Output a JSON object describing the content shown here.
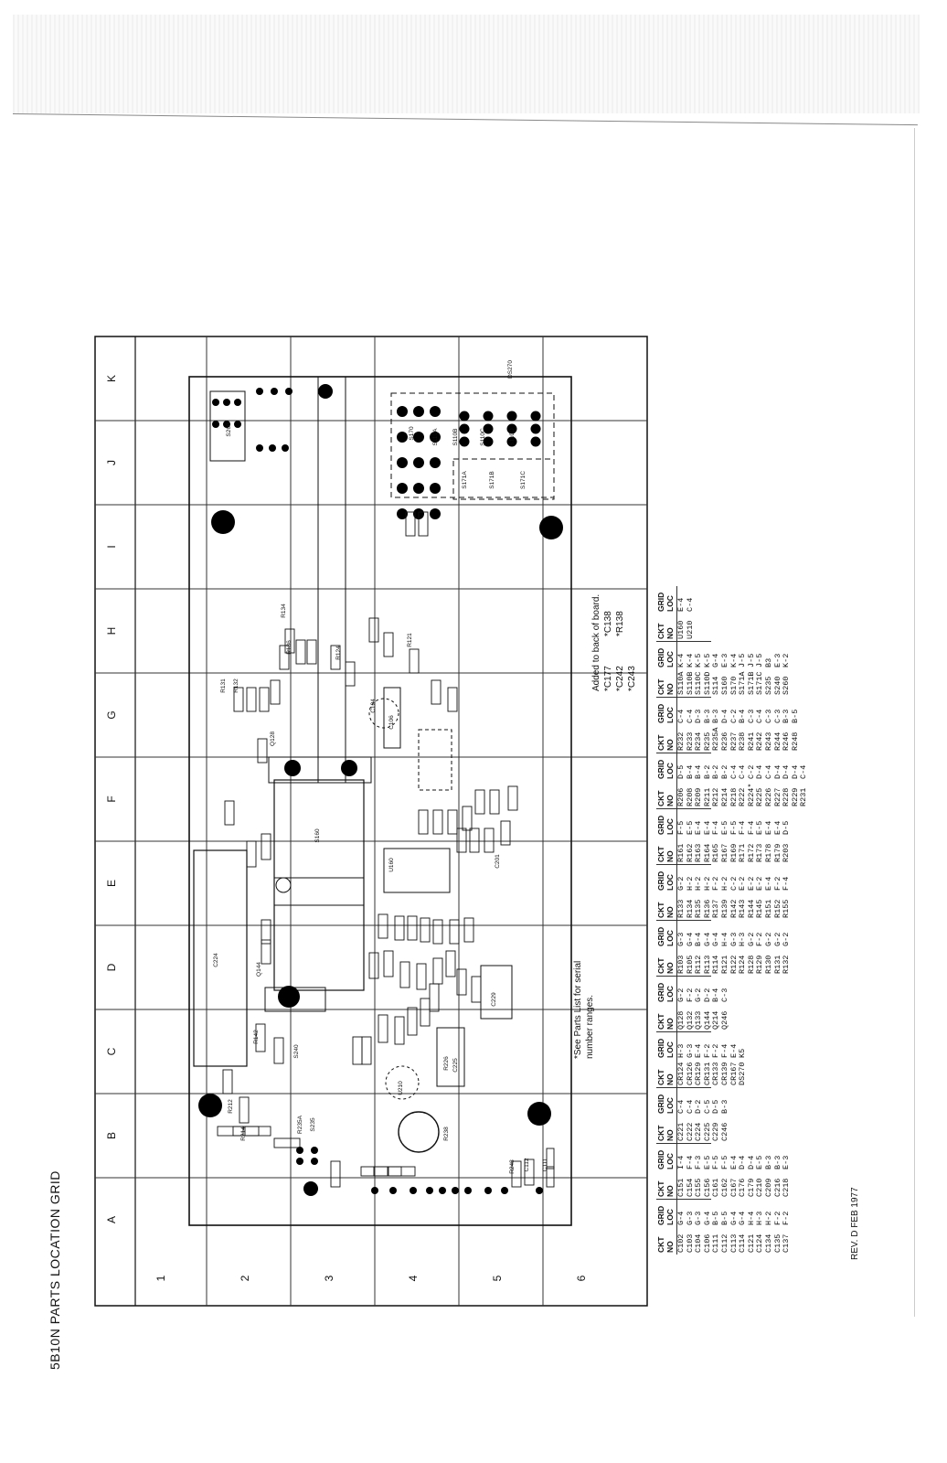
{
  "title": "5B10N PARTS LOCATION GRID",
  "revision": "REV. D FEB 1977",
  "notes": {
    "parts_list": "*See Parts List for serial number ranges.",
    "added": "Added to back of board.",
    "added_items": [
      "*C177",
      "*C242",
      "*C243",
      "*C138",
      "*R138"
    ]
  },
  "grid": {
    "letters": [
      "A",
      "B",
      "C",
      "D",
      "E",
      "F",
      "G",
      "H",
      "I",
      "J",
      "K"
    ],
    "numbers": [
      "1",
      "2",
      "3",
      "4",
      "5",
      "6"
    ]
  },
  "board_labels": [
    "C224",
    "S160",
    "S260",
    "S170",
    "S110A",
    "S110B",
    "S110C",
    "S110D",
    "S171A",
    "S171B",
    "S171C",
    "DS270",
    "R235A",
    "S235",
    "S240",
    "U210",
    "U160",
    "C225",
    "C229",
    "R226",
    "C106",
    "C104",
    "Q144",
    "R142",
    "R212",
    "R214",
    "R238",
    "R248",
    "C112",
    "C111",
    "R134",
    "R136",
    "R131",
    "R132",
    "R124",
    "R121",
    "C201",
    "Q128"
  ],
  "table": {
    "headers": [
      "CKT NO",
      "GRID LOC"
    ],
    "columns": [
      [
        [
          "C102",
          "G-4"
        ],
        [
          "C103",
          "G-3"
        ],
        [
          "C104",
          "G-3"
        ],
        [
          "C106",
          "G-4"
        ],
        [
          "C111",
          "B-5"
        ],
        [
          "C112",
          "B-5"
        ],
        [
          "C113",
          "G-4"
        ],
        [
          "C114",
          "G-4"
        ],
        [
          "C121",
          "H-4"
        ],
        [
          "C124",
          "H-3"
        ],
        [
          "C134",
          "H-2"
        ],
        [
          "C135",
          "F-2"
        ],
        [
          "C137",
          "F-2"
        ]
      ],
      [
        [
          "C151",
          "I-4"
        ],
        [
          "C154",
          "F-4"
        ],
        [
          "C155",
          "F-3"
        ],
        [
          "C156",
          "E-5"
        ],
        [
          "C161",
          "F-5"
        ],
        [
          "C162",
          "F-5"
        ],
        [
          "C167",
          "E-4"
        ],
        [
          "C176",
          "D-4"
        ],
        [
          "C179",
          "D-4"
        ],
        [
          "C210",
          "E-5"
        ],
        [
          "C209",
          "B-3"
        ],
        [
          "C216",
          "B-3"
        ],
        [
          "C218",
          "E-3"
        ]
      ],
      [
        [
          "C221",
          "C-4"
        ],
        [
          "C222",
          "C-4"
        ],
        [
          "C224",
          "D-2"
        ],
        [
          "C225",
          "C-5"
        ],
        [
          "C229",
          "D-5"
        ],
        [
          "C246",
          "B-3"
        ]
      ],
      [
        [
          "CR124",
          "H-3"
        ],
        [
          "CR126",
          "G-3"
        ],
        [
          "CR129",
          "E-4"
        ],
        [
          "CR131",
          "F-2"
        ],
        [
          "CR133",
          "F-2"
        ],
        [
          "CR139",
          "F-4"
        ],
        [
          "CR167",
          "E-4"
        ],
        [
          "DS270",
          "K5"
        ]
      ],
      [
        [
          "Q128",
          "G-2"
        ],
        [
          "Q132",
          "F-2"
        ],
        [
          "Q133",
          "G-2"
        ],
        [
          "Q144",
          "D-2"
        ],
        [
          "Q214",
          "B-4"
        ],
        [
          "Q246",
          "C-3"
        ]
      ],
      [
        [
          "R103",
          "G-3"
        ],
        [
          "R105",
          "G-4"
        ],
        [
          "R112",
          "B-4"
        ],
        [
          "R113",
          "G-4"
        ],
        [
          "R114",
          "G-4"
        ],
        [
          "R121",
          "H-4"
        ],
        [
          "R122",
          "G-3"
        ],
        [
          "R124",
          "H-3"
        ],
        [
          "R128",
          "G-2"
        ],
        [
          "R129",
          "F-2"
        ],
        [
          "R130",
          "G-2"
        ],
        [
          "R131",
          "G-2"
        ],
        [
          "R132",
          "G-2"
        ]
      ],
      [
        [
          "R133",
          "G-2"
        ],
        [
          "R134",
          "H-2"
        ],
        [
          "R135",
          "H-2"
        ],
        [
          "R136",
          "H-2"
        ],
        [
          "R137",
          "F-2"
        ],
        [
          "R139",
          "H-2"
        ],
        [
          "R142",
          "C-2"
        ],
        [
          "R143",
          "E-2"
        ],
        [
          "R144",
          "E-2"
        ],
        [
          "R145",
          "E-2"
        ],
        [
          "R151",
          "E-4"
        ],
        [
          "R152",
          "F-2"
        ],
        [
          "R155",
          "F-4"
        ]
      ],
      [
        [
          "R161",
          "F-5"
        ],
        [
          "R162",
          "E-5"
        ],
        [
          "R163",
          "E-4"
        ],
        [
          "R164",
          "E-4"
        ],
        [
          "R165",
          "F-4"
        ],
        [
          "R167",
          "E-5"
        ],
        [
          "R169",
          "F-5"
        ],
        [
          "R171",
          "F-4"
        ],
        [
          "R172",
          "F-4"
        ],
        [
          "R173",
          "E-5"
        ],
        [
          "R178",
          "E-4"
        ],
        [
          "R179",
          "E-4"
        ],
        [
          "R203",
          "D-5"
        ]
      ],
      [
        [
          "R206",
          "D-5"
        ],
        [
          "R208",
          "B-4"
        ],
        [
          "R209",
          "B-4"
        ],
        [
          "R211",
          "B-2"
        ],
        [
          "R212",
          "B-2"
        ],
        [
          "R214",
          "B-2"
        ],
        [
          "R218",
          "C-4"
        ],
        [
          "R222",
          "C-4"
        ],
        [
          "R224*",
          "C-2"
        ],
        [
          "R225",
          "D-4"
        ],
        [
          "R226",
          "C-4"
        ],
        [
          "R227",
          "D-4"
        ],
        [
          "R228",
          "D-4"
        ],
        [
          "R229",
          "D-4"
        ],
        [
          "R231",
          "C-4"
        ]
      ],
      [
        [
          "R232",
          "C-4"
        ],
        [
          "R233",
          "C-4"
        ],
        [
          "R234",
          "D-3"
        ],
        [
          "R235",
          "B-3"
        ],
        [
          "R235A",
          "B-3"
        ],
        [
          "R236",
          "D-4"
        ],
        [
          "R237",
          "C-2"
        ],
        [
          "R238",
          "B-4"
        ],
        [
          "R241",
          "C-3"
        ],
        [
          "R242",
          "C-4"
        ],
        [
          "R243",
          "C-3"
        ],
        [
          "R244",
          "C-3"
        ],
        [
          "R246",
          "B-3"
        ],
        [
          "R248",
          "B-5"
        ]
      ],
      [
        [
          "S110A",
          "K-4"
        ],
        [
          "S110B",
          "K-4"
        ],
        [
          "S110C",
          "K-5"
        ],
        [
          "S110D",
          "K-5"
        ],
        [
          "S114",
          "G-4"
        ],
        [
          "S160",
          "E-3"
        ],
        [
          "S170",
          "K-4"
        ],
        [
          "S171A",
          "J-5"
        ],
        [
          "S171B",
          "J-5"
        ],
        [
          "S171C",
          "J-5"
        ],
        [
          "S235",
          "B3"
        ],
        [
          "S240",
          "E-3"
        ],
        [
          "S260",
          "K-2"
        ]
      ],
      [
        [
          "U160",
          "E-4"
        ],
        [
          "U210",
          "C-4"
        ]
      ]
    ]
  }
}
